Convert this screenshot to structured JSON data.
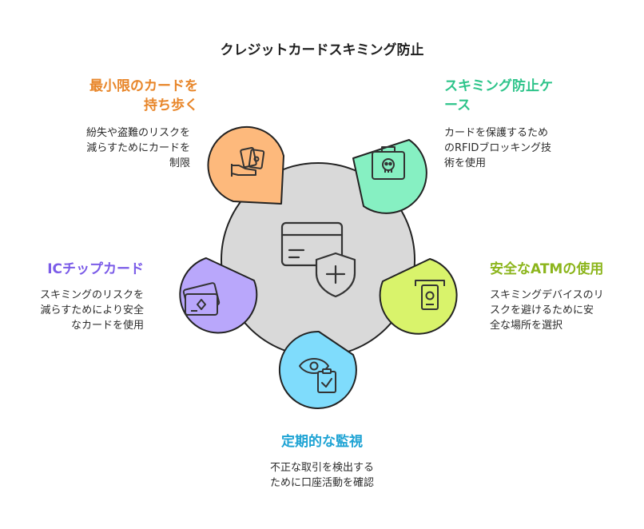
{
  "title": "クレジットカードスキミング防止",
  "items": [
    {
      "heading_lines": [
        "最小限のカードを",
        "持ち歩く"
      ],
      "desc_lines": [
        "紛失や盗難のリスクを",
        "減らすためにカードを",
        "制限"
      ],
      "color": "#fdb97c",
      "text_color": "#e8862a",
      "icon": "cards-in-hand-icon"
    },
    {
      "heading_lines": [
        "スキミング防止ケ",
        "ース"
      ],
      "desc_lines": [
        "カードを保護するため",
        "のRFIDブロッキング技",
        "術を使用"
      ],
      "color": "#86f0c2",
      "text_color": "#2ec48a",
      "icon": "locked-case-icon"
    },
    {
      "heading_lines": [
        "ICチップカード"
      ],
      "desc_lines": [
        "スキミングのリスクを",
        "減らすためにより安全",
        "なカードを使用"
      ],
      "color": "#b9a7fb",
      "text_color": "#7b5ce8",
      "icon": "chip-card-icon"
    },
    {
      "heading_lines": [
        "安全なATMの使用"
      ],
      "desc_lines": [
        "スキミングデバイスのリ",
        "スクを避けるために安",
        "全な場所を選択"
      ],
      "color": "#d9f36b",
      "text_color": "#8cb51c",
      "icon": "atm-icon"
    },
    {
      "heading_lines": [
        "定期的な監視"
      ],
      "desc_lines": [
        "不正な取引を検出する",
        "ために口座活動を確認"
      ],
      "color": "#7fdcfc",
      "text_color": "#1ea3d4",
      "icon": "eye-clipboard-icon"
    }
  ],
  "center": {
    "color": "#d9d9d9",
    "icon": "card-shield-icon"
  }
}
